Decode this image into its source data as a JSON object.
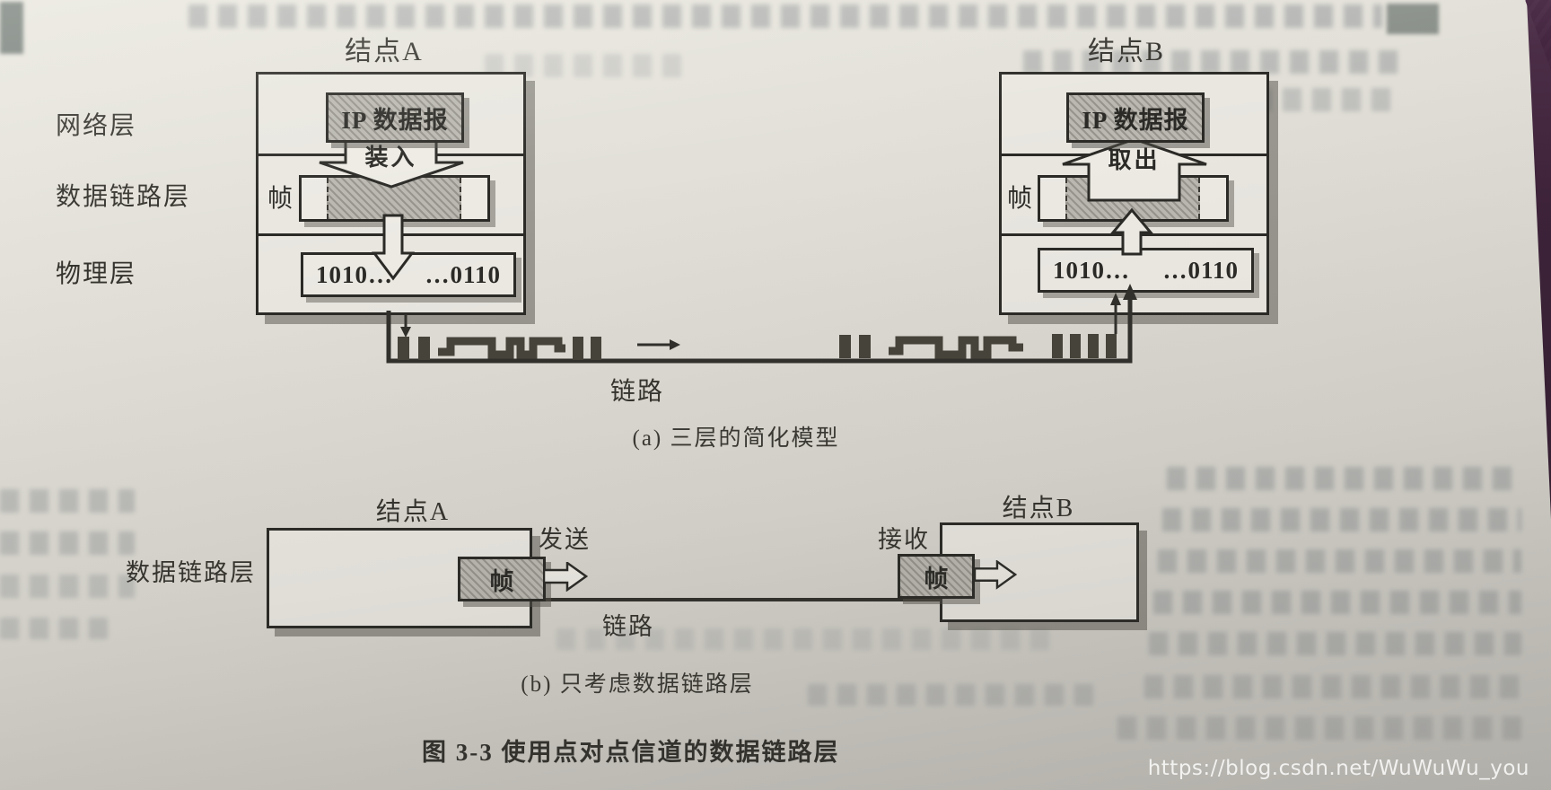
{
  "page": {
    "watermark": "https://blog.csdn.net/WuWuWu_you"
  },
  "figure": {
    "caption": "图 3-3  使用点对点信道的数据链路层",
    "section_a": {
      "caption": "(a) 三层的简化模型",
      "link_label": "链路",
      "layer_labels": [
        "网络层",
        "数据链路层",
        "物理层"
      ],
      "node_a": {
        "title": "结点A",
        "ip_label": "IP 数据报",
        "action_label": "装入",
        "frame_label": "帧",
        "bits_left": "1010…",
        "bits_right": "…0110"
      },
      "node_b": {
        "title": "结点B",
        "ip_label": "IP 数据报",
        "action_label": "取出",
        "frame_label": "帧",
        "bits_left": "1010…",
        "bits_right": "…0110"
      }
    },
    "section_b": {
      "caption": "(b) 只考虑数据链路层",
      "link_label": "链路",
      "layer_label": "数据链路层",
      "node_a": {
        "title": "结点A",
        "action_label": "发送",
        "frame_label": "帧"
      },
      "node_b": {
        "title": "结点B",
        "action_label": "接收",
        "frame_label": "帧"
      }
    }
  },
  "colors": {
    "ink": "#2b2a26",
    "paper": "#dcdad2",
    "hatch_gray": "#b3b1a9",
    "book_edge_purple": "#3d2239"
  }
}
